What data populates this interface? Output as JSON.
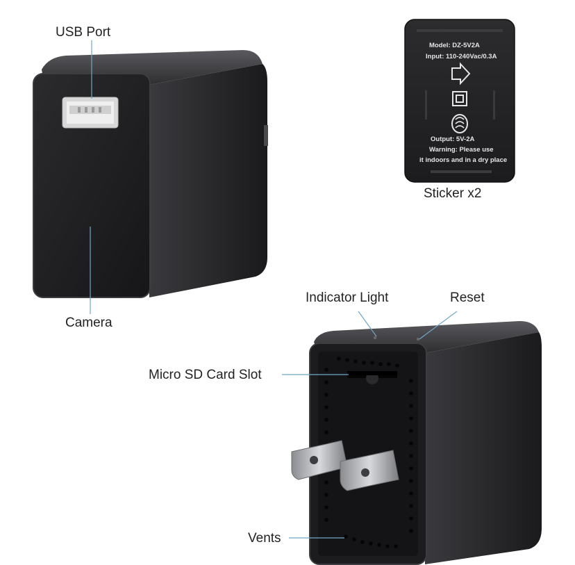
{
  "labels": {
    "usb_port": "USB Port",
    "camera": "Camera",
    "sticker": "Sticker x2",
    "indicator_light": "Indicator Light",
    "reset": "Reset",
    "micro_sd": "Micro SD Card Slot",
    "vents": "Vents"
  },
  "sticker": {
    "model": "Model: DZ-5V2A",
    "input": "Input: 110-240Vac/0.3A",
    "output": "Output: 5V-2A",
    "warning1": "Warning: Please use",
    "warning2": "it indoors and in a dry place"
  },
  "colors": {
    "device_body": "#2a2a2d",
    "device_face": "#1d1d20",
    "label_text": "#222222",
    "leader_line": "#6fa8c6"
  }
}
